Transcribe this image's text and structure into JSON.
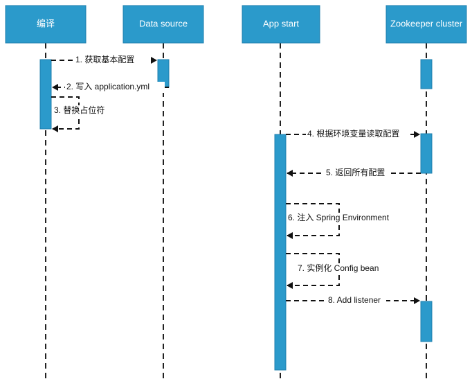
{
  "participants": [
    {
      "id": "compile",
      "label": "编译"
    },
    {
      "id": "datasource",
      "label": "Data source"
    },
    {
      "id": "appstart",
      "label": "App start"
    },
    {
      "id": "zookeeper",
      "label": "Zookeeper cluster"
    }
  ],
  "messages": [
    {
      "id": "m1",
      "label": "1. 获取基本配置"
    },
    {
      "id": "m2",
      "label": "2. 写入 application.yml"
    },
    {
      "id": "m3",
      "label": "3. 替换占位符"
    },
    {
      "id": "m4",
      "label": "4. 根据环境变量读取配置"
    },
    {
      "id": "m5",
      "label": "5. 返回所有配置"
    },
    {
      "id": "m6",
      "label": "6. 注入 Spring Environment"
    },
    {
      "id": "m7",
      "label": "7. 实例化 Config bean"
    },
    {
      "id": "m8",
      "label": "8. Add listener"
    }
  ],
  "colors": {
    "participant_fill": "#2b9acb",
    "activation_fill": "#2b9acb",
    "line": "#111111"
  }
}
